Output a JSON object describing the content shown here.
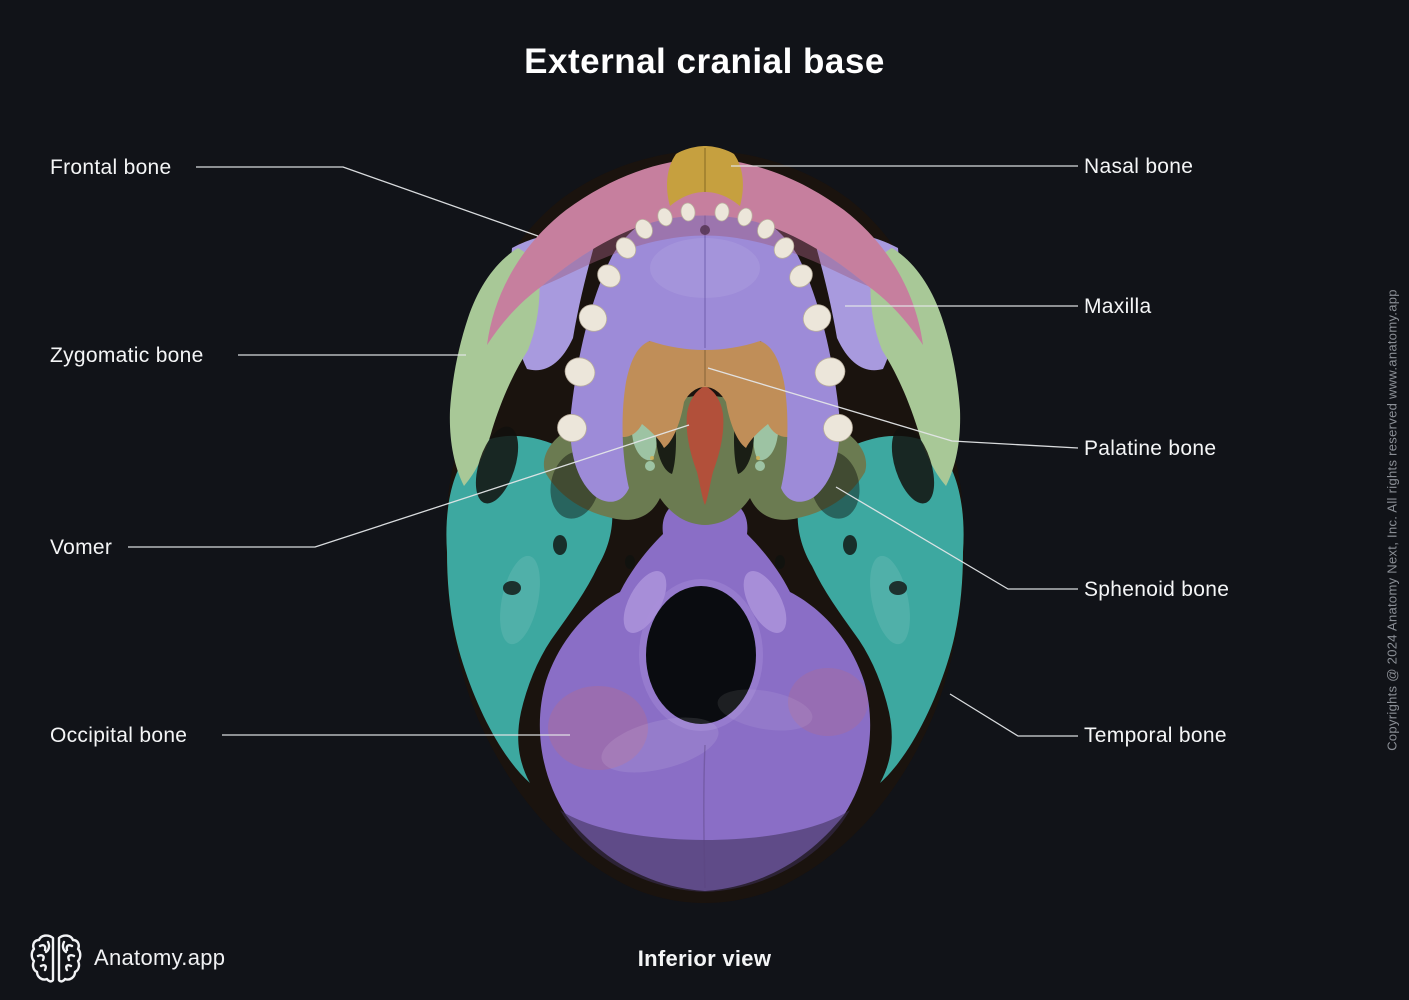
{
  "title": "External cranial base",
  "caption": "Inferior view",
  "brand": {
    "name": "Anatomy.app"
  },
  "watermark": "Copyrights @ 2024 Anatomy Next, Inc. All rights reserved www.anatomy.app",
  "labels": {
    "left": [
      {
        "id": "frontal",
        "text": "Frontal bone"
      },
      {
        "id": "zygomatic",
        "text": "Zygomatic bone"
      },
      {
        "id": "vomer",
        "text": "Vomer"
      },
      {
        "id": "occipital",
        "text": "Occipital bone"
      }
    ],
    "right": [
      {
        "id": "nasal",
        "text": "Nasal bone"
      },
      {
        "id": "maxilla",
        "text": "Maxilla"
      },
      {
        "id": "palatine",
        "text": "Palatine bone"
      },
      {
        "id": "sphenoid",
        "text": "Sphenoid bone"
      },
      {
        "id": "temporal",
        "text": "Temporal bone"
      }
    ]
  },
  "bones": {
    "frontal": "#c67f9e",
    "nasal": "#c6a03f",
    "maxilla": "#9d8bd8",
    "maxilla_lateral": "#a89ade",
    "zygomatic": "#a8c897",
    "palatine": "#c08e58",
    "sphenoid": "#6b7b51",
    "sphenoid_pterygoid": "#9dc3a3",
    "vomer": "#b2503a",
    "temporal": "#3da8a0",
    "occipital": "#8a6ec6",
    "teeth": "#ece6da"
  },
  "background": "#111318",
  "leader_color": "#e4e6e8"
}
